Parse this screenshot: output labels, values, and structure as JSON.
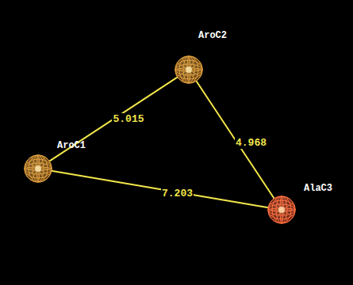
{
  "diagram": {
    "nodes": [
      {
        "text": [
          "AroC1"
        ]
      },
      {
        "text": [
          "AroC2"
        ]
      },
      {
        "text": [
          "AlaC3"
        ]
      }
    ],
    "edges": [
      {
        "from": 0,
        "to": 1,
        "arrow": "none",
        "label": "5.015"
      },
      {
        "from": 1,
        "to": 2,
        "arrow": "none",
        "label": "4.968"
      },
      {
        "from": 0,
        "to": 2,
        "arrow": "none",
        "label": "7.203"
      }
    ]
  }
}
